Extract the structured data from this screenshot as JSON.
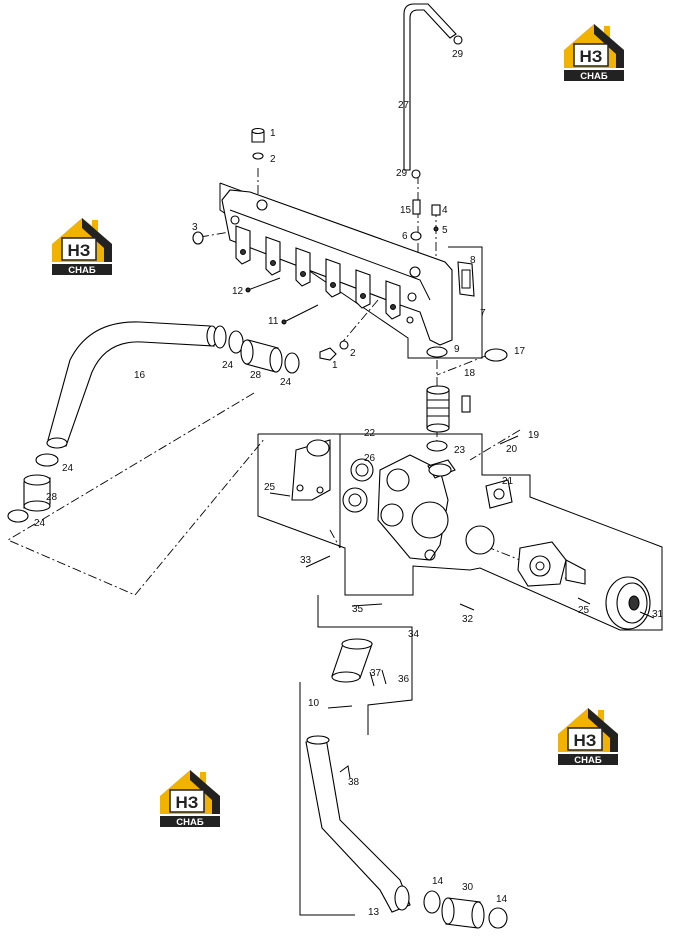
{
  "logo": {
    "mark": "НЗ",
    "caption": "СНАБ",
    "brand_color": "#f2b300",
    "dark_color": "#222222"
  },
  "callouts": [
    {
      "id": "c1a",
      "text": "1"
    },
    {
      "id": "c2a",
      "text": "2"
    },
    {
      "id": "c3",
      "text": "3"
    },
    {
      "id": "c4",
      "text": "4"
    },
    {
      "id": "c5",
      "text": "5"
    },
    {
      "id": "c6",
      "text": "6"
    },
    {
      "id": "c7",
      "text": "7"
    },
    {
      "id": "c8",
      "text": "8"
    },
    {
      "id": "c9",
      "text": "9"
    },
    {
      "id": "c10",
      "text": "10"
    },
    {
      "id": "c11",
      "text": "11"
    },
    {
      "id": "c12",
      "text": "12"
    },
    {
      "id": "c13",
      "text": "13"
    },
    {
      "id": "c14a",
      "text": "14"
    },
    {
      "id": "c14b",
      "text": "14"
    },
    {
      "id": "c15",
      "text": "15"
    },
    {
      "id": "c16",
      "text": "16"
    },
    {
      "id": "c17",
      "text": "17"
    },
    {
      "id": "c18",
      "text": "18"
    },
    {
      "id": "c19",
      "text": "19"
    },
    {
      "id": "c20",
      "text": "20"
    },
    {
      "id": "c21",
      "text": "21"
    },
    {
      "id": "c22",
      "text": "22"
    },
    {
      "id": "c23",
      "text": "23"
    },
    {
      "id": "c24a",
      "text": "24"
    },
    {
      "id": "c24b",
      "text": "24"
    },
    {
      "id": "c24c",
      "text": "24"
    },
    {
      "id": "c24d",
      "text": "24"
    },
    {
      "id": "c25a",
      "text": "25"
    },
    {
      "id": "c25b",
      "text": "25"
    },
    {
      "id": "c26",
      "text": "26"
    },
    {
      "id": "c27",
      "text": "27"
    },
    {
      "id": "c28a",
      "text": "28"
    },
    {
      "id": "c28b",
      "text": "28"
    },
    {
      "id": "c29a",
      "text": "29"
    },
    {
      "id": "c29b",
      "text": "29"
    },
    {
      "id": "c30",
      "text": "30"
    },
    {
      "id": "c31",
      "text": "31"
    },
    {
      "id": "c32",
      "text": "32"
    },
    {
      "id": "c33",
      "text": "33"
    },
    {
      "id": "c34",
      "text": "34"
    },
    {
      "id": "c35",
      "text": "35"
    },
    {
      "id": "c36",
      "text": "36"
    },
    {
      "id": "c37",
      "text": "37"
    },
    {
      "id": "c38",
      "text": "38"
    },
    {
      "id": "c1b",
      "text": "1"
    },
    {
      "id": "c2b",
      "text": "2"
    }
  ]
}
